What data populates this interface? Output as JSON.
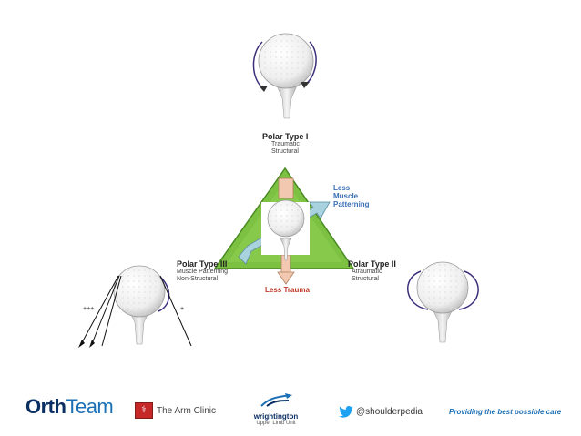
{
  "polar_type_1": {
    "title": "Polar Type I",
    "line1": "Traumatic",
    "line2": "Structural"
  },
  "polar_type_2": {
    "title": "Polar Type II",
    "line1": "Atraumatic",
    "line2": "Structural"
  },
  "polar_type_3": {
    "title": "Polar Type III",
    "line1": "Muscle Patterning",
    "line2": "Non-Structural"
  },
  "less_muscle_patterning": {
    "line1": "Less",
    "line2": "Muscle",
    "line3": "Patterning"
  },
  "less_trauma": "Less Trauma",
  "marks": {
    "left": "+++",
    "right": "+"
  },
  "footer": {
    "orthteam_a": "Orth",
    "orthteam_b": "eam",
    "armclinic": "The Arm Clinic",
    "wrightington_name": "wrightington",
    "wrightington_sub": "Upper Limb Unit",
    "twitter": "@shoulderpedia",
    "tagline": "Providing the best possible care"
  },
  "colors": {
    "triangle_fill": "#7cc142",
    "triangle_edge": "#4a8a22",
    "arrow_pink": "#f2c8b0",
    "arrow_blue": "#a8d3de",
    "capsule": "#3d2d7a"
  }
}
